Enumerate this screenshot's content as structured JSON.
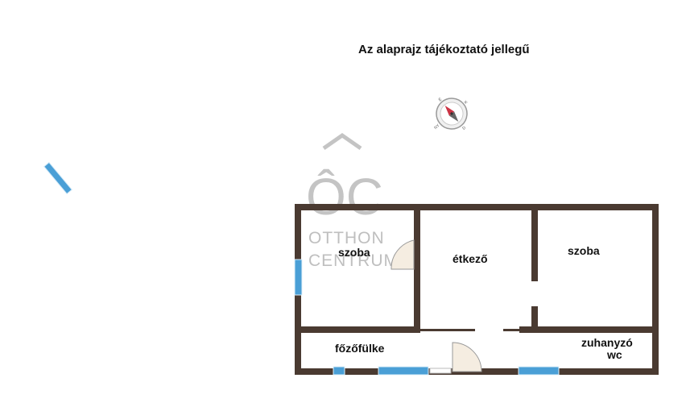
{
  "header": {
    "title": "Az alaprajz tájékoztató jellegű"
  },
  "watermark": {
    "logo": "ÔC",
    "line1": "OTTHON",
    "line2": "CENTRUM"
  },
  "compass": {
    "north": "É",
    "south": "D",
    "east": "K",
    "west": "NY"
  },
  "rooms": [
    {
      "id": "room-szoba-left",
      "label": "szoba"
    },
    {
      "id": "room-etkezo",
      "label": "étkező"
    },
    {
      "id": "room-szoba-right",
      "label": "szoba"
    },
    {
      "id": "room-fozofulke",
      "label": "főzőfülke"
    },
    {
      "id": "room-zuhanyzo",
      "label": "zuhanyzó"
    },
    {
      "id": "room-wc",
      "label": "wc"
    }
  ],
  "colors": {
    "wall": "#4a3a31",
    "window": "#4a9fd6",
    "door_fill": "#f5ede1",
    "watermark": "#c4c4c4",
    "compass_needle": "#cc3344"
  }
}
